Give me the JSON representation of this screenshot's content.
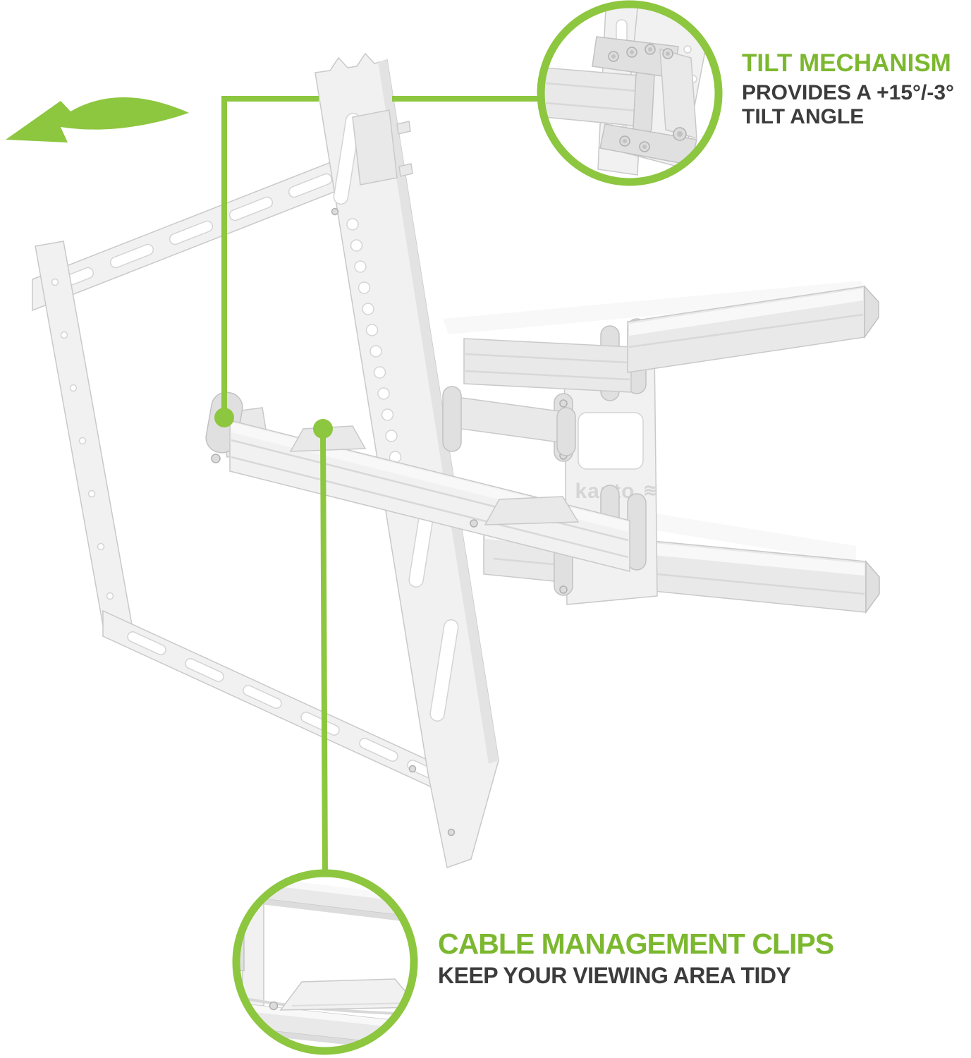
{
  "colors": {
    "accent_green": "#8dc63f",
    "heading_green": "#7cb82f",
    "text_dark": "#3c3c3c",
    "metal_light": "#f1f1f1",
    "metal_shadow": "#d9d9d9",
    "outline_gray": "#c9c9c9",
    "background": "#ffffff"
  },
  "brand": {
    "logo_text": "kanto",
    "logo_icon": "≋"
  },
  "callouts": {
    "tilt": {
      "title": "TILT MECHANISM",
      "line1": "PROVIDES A +15°/-3°",
      "line2": "TILT ANGLE"
    },
    "cable": {
      "title": "CABLE MANAGEMENT CLIPS",
      "subtitle": "KEEP YOUR VIEWING AREA TIDY"
    }
  },
  "icons": {
    "swivel_arrow": "curved-swoosh-arrow-left",
    "leader_dot": "green-circle-marker"
  }
}
